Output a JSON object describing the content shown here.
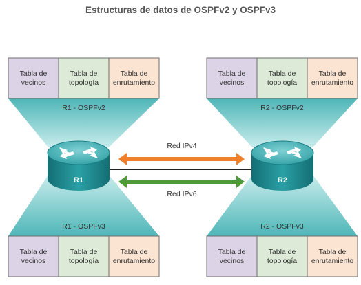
{
  "title": "Estructuras de datos de OSPFv2 y OSPFv3",
  "colors": {
    "neighbor_table": "#dcd4e6",
    "topology_table": "#dcead7",
    "routing_table": "#fbe4d2",
    "cone": "#6fc6c6",
    "router_body": "#1f8e94",
    "router_top": "#54b9bd",
    "ipv4_arrow": "#f07f2a",
    "ipv6_arrow": "#4e9a36",
    "link_line": "#222222"
  },
  "routers": [
    {
      "label": "R1",
      "upper_process": "R1 - OSPFv2",
      "lower_process": "R1 - OSPFv3",
      "upper_tables": [
        [
          "Tabla de",
          "vecinos"
        ],
        [
          "Tabla de",
          "topología"
        ],
        [
          "Tabla de",
          "enrutamiento"
        ]
      ],
      "lower_tables": [
        [
          "Tabla de",
          "vecinos"
        ],
        [
          "Tabla de",
          "topología"
        ],
        [
          "Tabla de",
          "enrutamiento"
        ]
      ]
    },
    {
      "label": "R2",
      "upper_process": "R2 - OSPFv2",
      "lower_process": "R2 - OSPFv3",
      "upper_tables": [
        [
          "Tabla de",
          "vecinos"
        ],
        [
          "Tabla de",
          "topología"
        ],
        [
          "Tabla de",
          "enrutamiento"
        ]
      ],
      "lower_tables": [
        [
          "Tabla de",
          "vecinos"
        ],
        [
          "Tabla de",
          "topología"
        ],
        [
          "Tabla de",
          "enrutamiento"
        ]
      ]
    }
  ],
  "links": {
    "ipv4_label": "Red IPv4",
    "ipv6_label": "Red IPv6"
  }
}
